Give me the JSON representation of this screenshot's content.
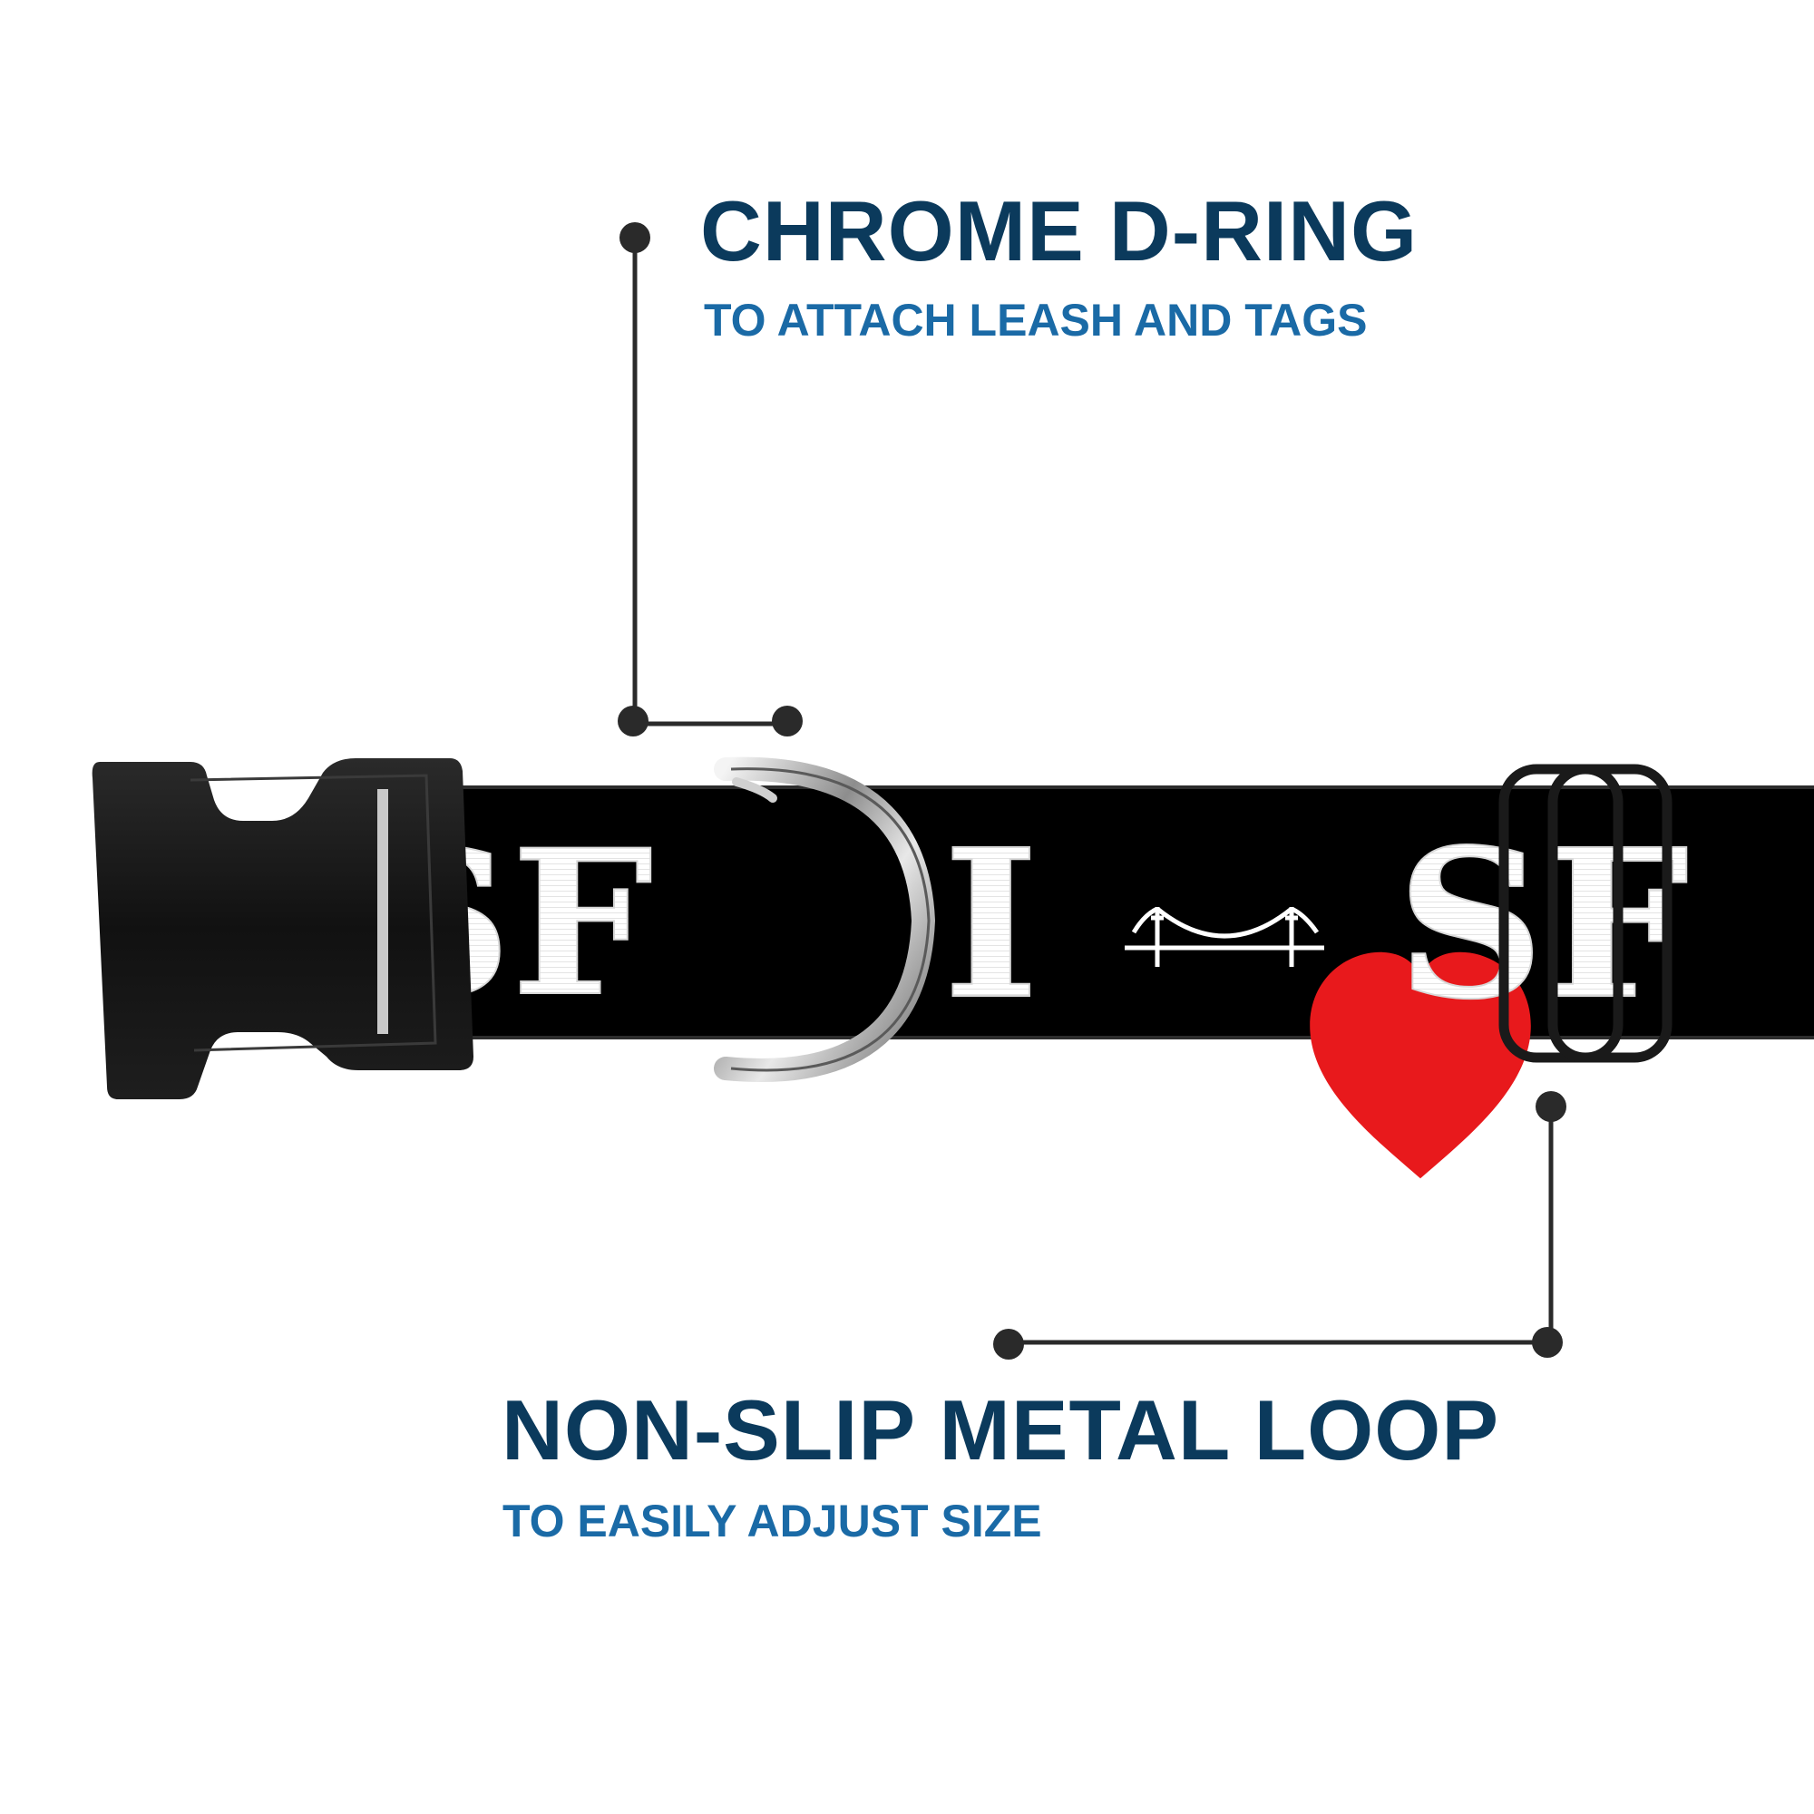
{
  "callouts": {
    "dring": {
      "title": "CHROME D-RING",
      "subtitle": "TO ATTACH LEASH AND TAGS"
    },
    "loop": {
      "title": "NON-SLIP METAL LOOP",
      "subtitle": "TO EASILY ADJUST SIZE"
    }
  },
  "collar": {
    "print_left": "SF",
    "print_i": "I",
    "print_right": "SF",
    "strap_color": "#000000",
    "print_color": "#ffffff",
    "heart_color": "#e8191c"
  },
  "colors": {
    "title": "#0b3a5c",
    "subtitle": "#1a6aa6",
    "leader": "#2a2a2a"
  }
}
